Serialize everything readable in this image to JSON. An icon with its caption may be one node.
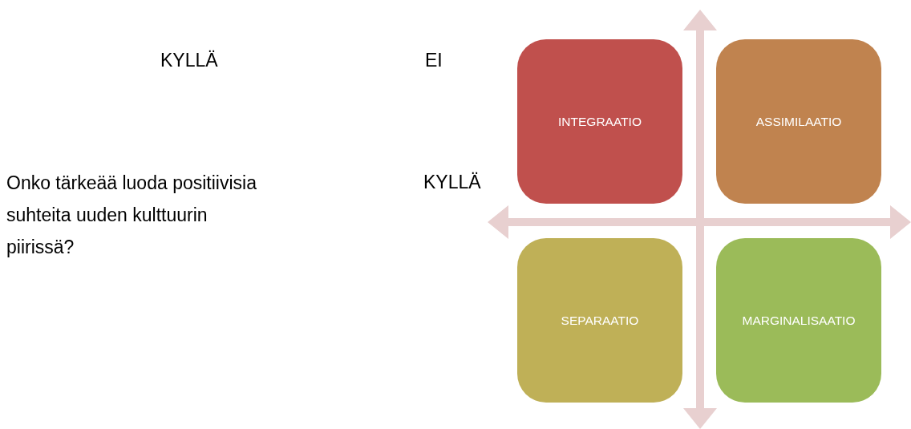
{
  "diagram": {
    "nodes": [
      {
        "text": [
          "INTEGRAATIO"
        ]
      },
      {
        "text": [
          "ASSIMILAATIO"
        ]
      },
      {
        "text": [
          "SEPARAATIO"
        ]
      },
      {
        "text": [
          "MARGINALISAATIO"
        ]
      }
    ],
    "labels": [
      "KYLLÄ",
      "EI",
      "Onko tärkeää luoda positiivisia suhteita uuden kulttuurin piirissä?",
      "KYLLÄ"
    ]
  }
}
